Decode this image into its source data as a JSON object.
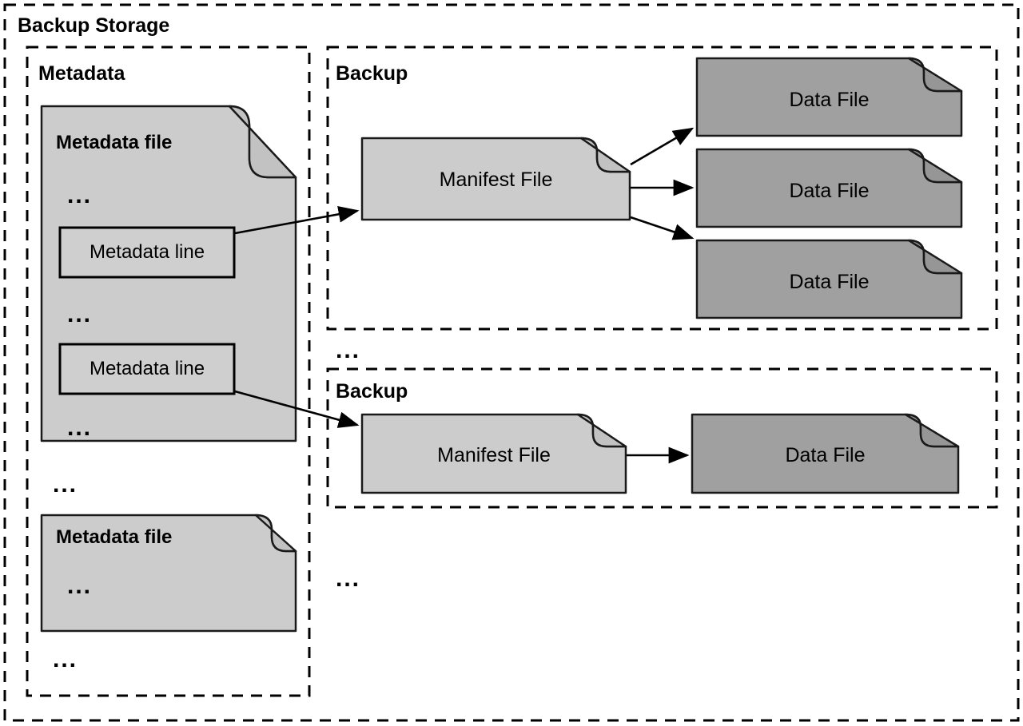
{
  "diagram": {
    "title": "Backup Storage",
    "type": "backup-storage-architecture"
  },
  "outer_frame": {
    "label": "Backup Storage"
  },
  "metadata_group": {
    "label": "Metadata",
    "files": [
      {
        "title": "Metadata file",
        "ellipsis_top": "...",
        "lines": [
          {
            "label": "Metadata line"
          },
          {
            "label": "Metadata line"
          }
        ],
        "ellipsis_middle": "...",
        "ellipsis_bottom": "..."
      },
      {
        "title": "Metadata file",
        "ellipsis_top": "..."
      }
    ],
    "ellipsis_between_files": "...",
    "ellipsis_after_files": "..."
  },
  "backups": [
    {
      "label": "Backup",
      "manifest": {
        "label": "Manifest File"
      },
      "data_files": [
        {
          "label": "Data File"
        },
        {
          "label": "Data File"
        },
        {
          "label": "Data File"
        }
      ]
    },
    {
      "label": "Backup",
      "manifest": {
        "label": "Manifest File"
      },
      "data_files": [
        {
          "label": "Data File"
        }
      ]
    }
  ],
  "backups_ellipsis_between": "...",
  "backups_ellipsis_after": "...",
  "colors": {
    "light_file_fill": "#cccccc",
    "dark_file_fill": "#a0a0a0",
    "line_box_fill": "#cfcfcf",
    "stroke": "#000000",
    "background": "#ffffff"
  }
}
